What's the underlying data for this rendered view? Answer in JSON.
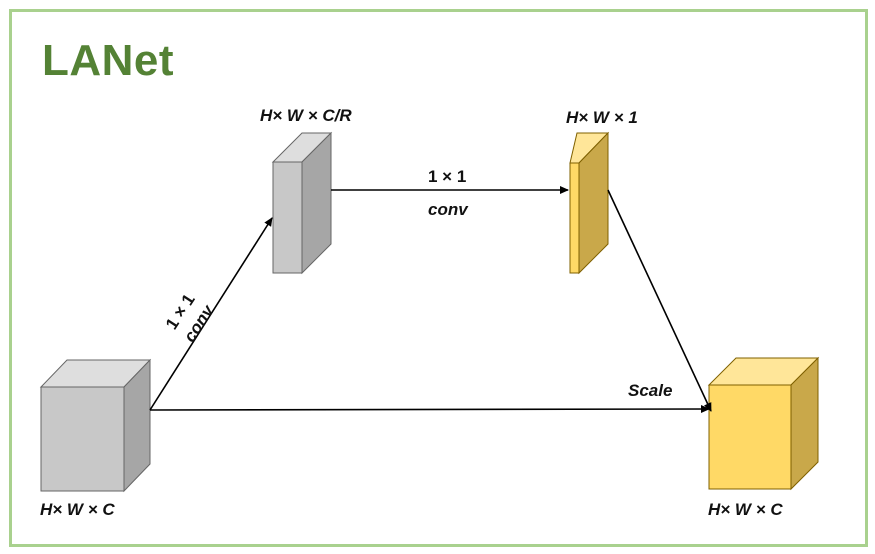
{
  "title": "LANet",
  "labels": {
    "input_dim": "H× W × C",
    "mid_dim": "H× W × C/R",
    "att_dim": "H× W × 1",
    "output_dim": "H× W × C",
    "conv1_size": "1 × 1",
    "conv1_op": "conv",
    "conv2_size": "1 × 1",
    "conv2_op": "conv",
    "scale": "Scale"
  },
  "colors": {
    "border": "#a9d18e",
    "title": "#548235",
    "gray_front": "#c8c8c8",
    "gray_top": "#dedede",
    "gray_side": "#a6a6a6",
    "gold_front": "#ffd966",
    "gold_top": "#ffe699",
    "gold_side": "#c9a84a"
  }
}
